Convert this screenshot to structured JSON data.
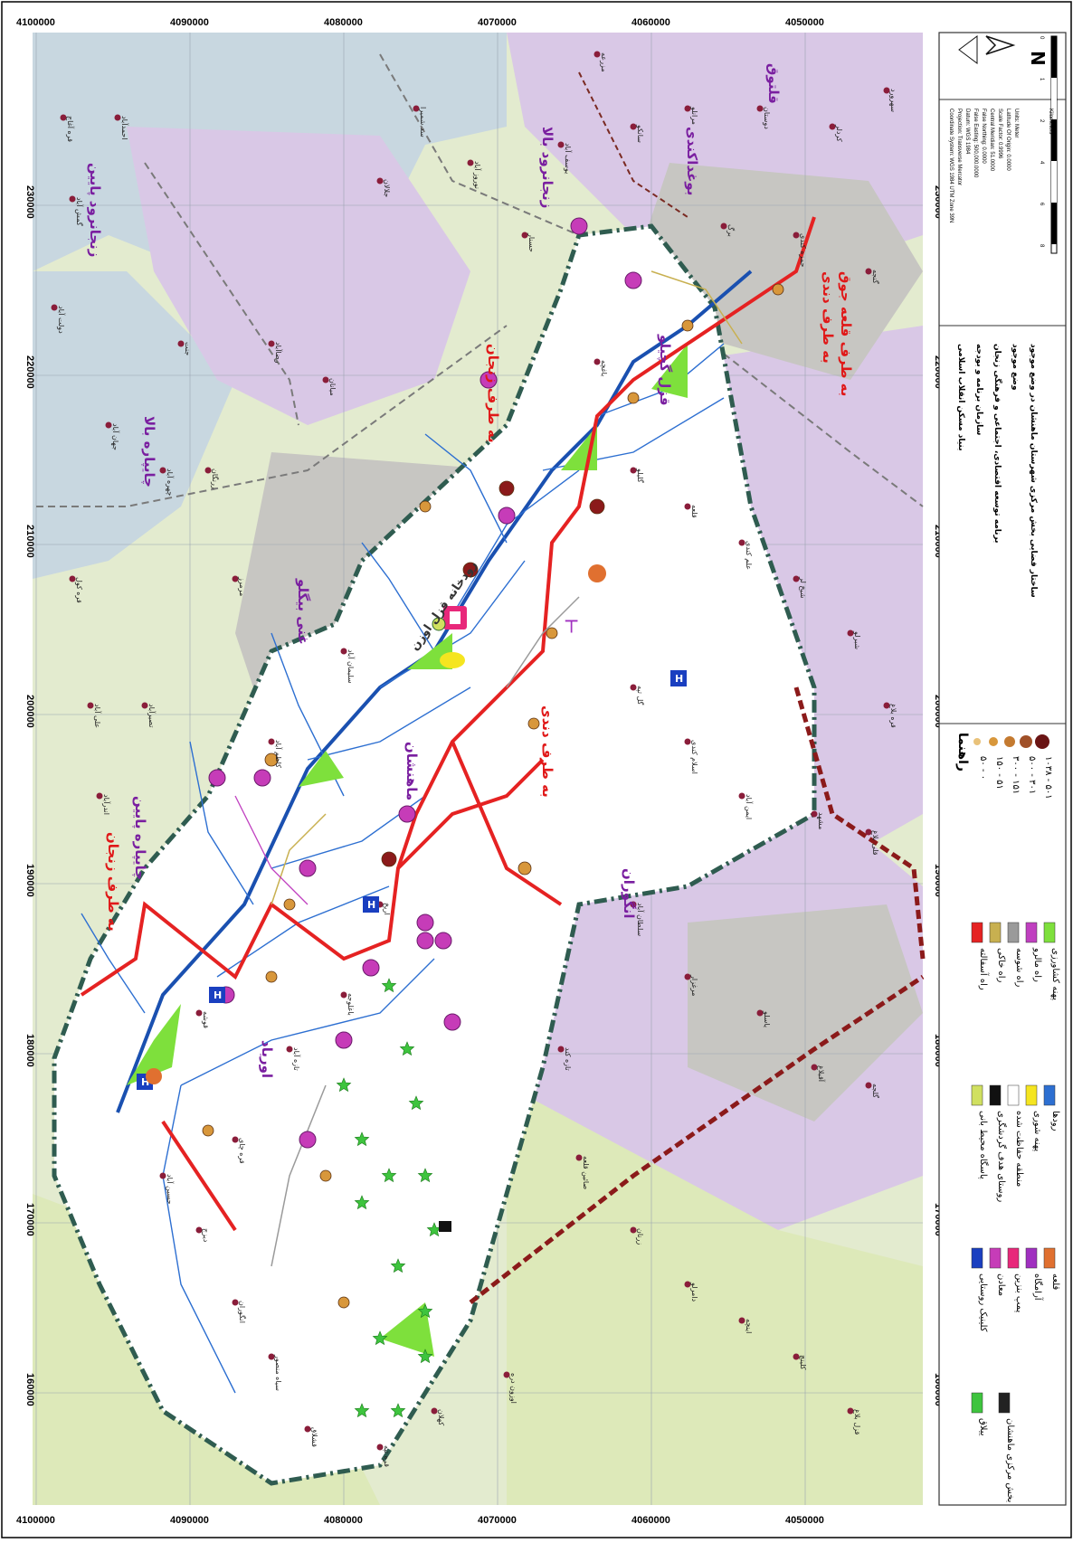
{
  "map": {
    "grid_x_labels": [
      "160000",
      "170000",
      "180000",
      "190000",
      "200000",
      "210000",
      "220000",
      "230000"
    ],
    "grid_y_labels": [
      "4100000",
      "4090000",
      "4080000",
      "4070000",
      "4060000",
      "4050000"
    ],
    "regions": [
      {
        "id": "r1",
        "text": "زنجانرود پایین"
      },
      {
        "id": "r2",
        "text": "چایپاره بالا"
      },
      {
        "id": "r3",
        "text": "غنی بیگلو"
      },
      {
        "id": "r4",
        "text": "چایپاره پایین"
      },
      {
        "id": "r5",
        "text": "زنجانرود بالا"
      },
      {
        "id": "r6",
        "text": "بوغداکندی"
      },
      {
        "id": "r7",
        "text": "قلتوق"
      },
      {
        "id": "r8",
        "text": "ماهنشان"
      },
      {
        "id": "r9",
        "text": "انگوران"
      },
      {
        "id": "r10",
        "text": "اوریاد"
      },
      {
        "id": "r11",
        "text": "قزل گچیلو"
      }
    ],
    "directions": [
      {
        "id": "d1",
        "text": "به طرف زنجان"
      },
      {
        "id": "d2",
        "text": "به طرف زنجان"
      },
      {
        "id": "d3",
        "text": "به طرف دندی"
      },
      {
        "id": "d4",
        "text": "به طرف دندی"
      },
      {
        "id": "d5",
        "text": "به طرف قلعه جوق"
      }
    ],
    "river_label": "رودخانه قزل اوزن",
    "villages": [
      "قره آغاج",
      "احمدآباد",
      "گمش آباد",
      "دولت آباد",
      "جهان آباد",
      "چهره آباد",
      "قره کول",
      "علی آباد",
      "اندرآباد",
      "تصیرآباد",
      "جنت",
      "زرنگان",
      "مرمرز",
      "رضاآباد",
      "میانان",
      "جلالان",
      "سد شمیرا",
      "نوروز آباد",
      "حسنار",
      "یوسف آباد",
      "مزرعه",
      "سانکو",
      "مرانلو",
      "برگ",
      "دوستان",
      "حمزه کندی",
      "کردلر",
      "گنجه",
      "سهرورد",
      "باغچه",
      "گلیلو",
      "قلعه",
      "علم کندی",
      "شیخ لر",
      "شبرلو",
      "قره بلاغ",
      "گل تپه",
      "اسلام کندی",
      "ایمن آباد",
      "مشهد",
      "قلی بلاغ",
      "سلطان آباد",
      "مرغزار",
      "یاسلو",
      "آقبلاغ",
      "گلجه",
      "تازه کند",
      "صائین قلعه",
      "زرنان",
      "دامرلو",
      "اینچه",
      "کلینچ",
      "قزل بلاغ",
      "اوزون دره",
      "کهلان",
      "قره تپه",
      "قشلاق",
      "سیاه منصور",
      "انگوران",
      "دیزج",
      "حسین آباد",
      "قره چای",
      "تازه آباد",
      "باغلوجه",
      "اریخ",
      "قوشه",
      "کاظم آباد",
      "سلیمان آباد"
    ],
    "legend": {
      "title": "راهنما",
      "items": [
        {
          "id": "l1",
          "text": "راه آسفالته"
        },
        {
          "id": "l2",
          "text": "راه خاکی"
        },
        {
          "id": "l3",
          "text": "راه شوسه"
        },
        {
          "id": "l4",
          "text": "راه مالرو"
        },
        {
          "id": "l5",
          "text": "پهنه کشاورزی"
        },
        {
          "id": "l6",
          "text": "پاسگاه محیط بانی"
        },
        {
          "id": "l7",
          "text": "روستای هدف گردشگری"
        },
        {
          "id": "l8",
          "text": "منطقه حفاظت شده"
        },
        {
          "id": "l9",
          "text": "پهنه شوری"
        },
        {
          "id": "l10",
          "text": "رودها"
        },
        {
          "id": "l11",
          "text": "کلینیک روستایی"
        },
        {
          "id": "l12",
          "text": "معادن"
        },
        {
          "id": "l13",
          "text": "پمپ بنزین"
        },
        {
          "id": "l14",
          "text": "آرامگاه"
        },
        {
          "id": "l15",
          "text": "قلعه"
        },
        {
          "id": "l16",
          "text": "ییلاق"
        },
        {
          "id": "l17",
          "text": "بخش مرکزی ماهنشان"
        }
      ],
      "pop_classes": [
        "۵۰ - ۰",
        "۱۵۰ - ۵۱",
        "۳۰۰ - ۱۵۱",
        "۵۰۰ - ۳۰۱",
        "۱۰۳۸ - ۵۰۱"
      ]
    },
    "title_block": [
      "بنیاد مسکن انقلاب اسلامی",
      "سازمان برنامه و بودجه",
      "برنامه توسعه اقتصادی، اجتماعی و فرهنگی زنجان",
      "وضع موجود",
      "ساختار فضایی بخش مرکزی شهرستان ماهنشان در وضع موجود"
    ],
    "projection": [
      "Coordinate System: WGS 1984 UTM Zone 39N",
      "Projection: Transverse Mercator",
      "Datum: WGS 1984",
      "False Easting: 500,000.0000",
      "False Northing: 0.0000",
      "Central Meridian: 51.0000",
      "Scale Factor: 0.9996",
      "Latitude Of Origin: 0.0000",
      "Units: Meter"
    ],
    "scale_ticks": [
      "0",
      "1",
      "2",
      "4",
      "6",
      "8"
    ],
    "scale_unit": "Kilometers",
    "north_label": "N"
  }
}
